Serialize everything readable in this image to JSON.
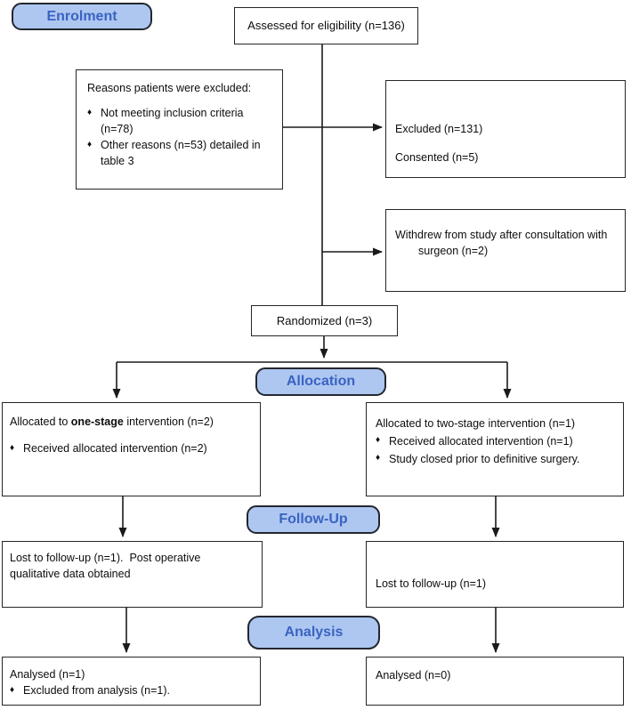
{
  "diagram": {
    "stages": {
      "enrolment": "Enrolment",
      "allocation": "Allocation",
      "followup": "Follow-Up",
      "analysis": "Analysis"
    },
    "bullet_glyph": "♦",
    "boxes": {
      "assessed": {
        "text": "Assessed for eligibility (n=136)"
      },
      "reasons": {
        "title": "Reasons patients were excluded:",
        "bullets": [
          "Not meeting inclusion criteria (n=78)",
          "Other reasons (n=53) detailed in table 3"
        ]
      },
      "excluded": {
        "line1": "Excluded (n=131)",
        "line2": "Consented (n=5)"
      },
      "withdrew": {
        "line1": "Withdrew from study after consultation with",
        "line2": "surgeon (n=2)"
      },
      "randomized": {
        "text": "Randomized (n=3)"
      },
      "alloc_left": {
        "title_prefix": "Allocated to ",
        "title_bold": "one-stage",
        "title_suffix": " intervention (n=2)",
        "bullets": [
          "Received allocated intervention (n=2)"
        ]
      },
      "alloc_right": {
        "title": "Allocated to two-stage intervention (n=1)",
        "bullets": [
          "Received allocated intervention (n=1)",
          "Study closed prior to definitive surgery."
        ]
      },
      "followup_left": {
        "line1": "Lost to follow-up (n=1).  Post operative",
        "line2": "qualitative data obtained"
      },
      "followup_right": {
        "text": "Lost to follow-up (n=1)"
      },
      "analysis_left": {
        "title": "Analysed (n=1)",
        "bullets": [
          "Excluded from analysis (n=1)."
        ]
      },
      "analysis_right": {
        "text": "Analysed (n=0)"
      }
    },
    "colors": {
      "stage_fill": "#AEC7F1",
      "stage_text": "#3A63C2",
      "box_border": "#262626",
      "line_color": "#1a1a1a"
    }
  }
}
